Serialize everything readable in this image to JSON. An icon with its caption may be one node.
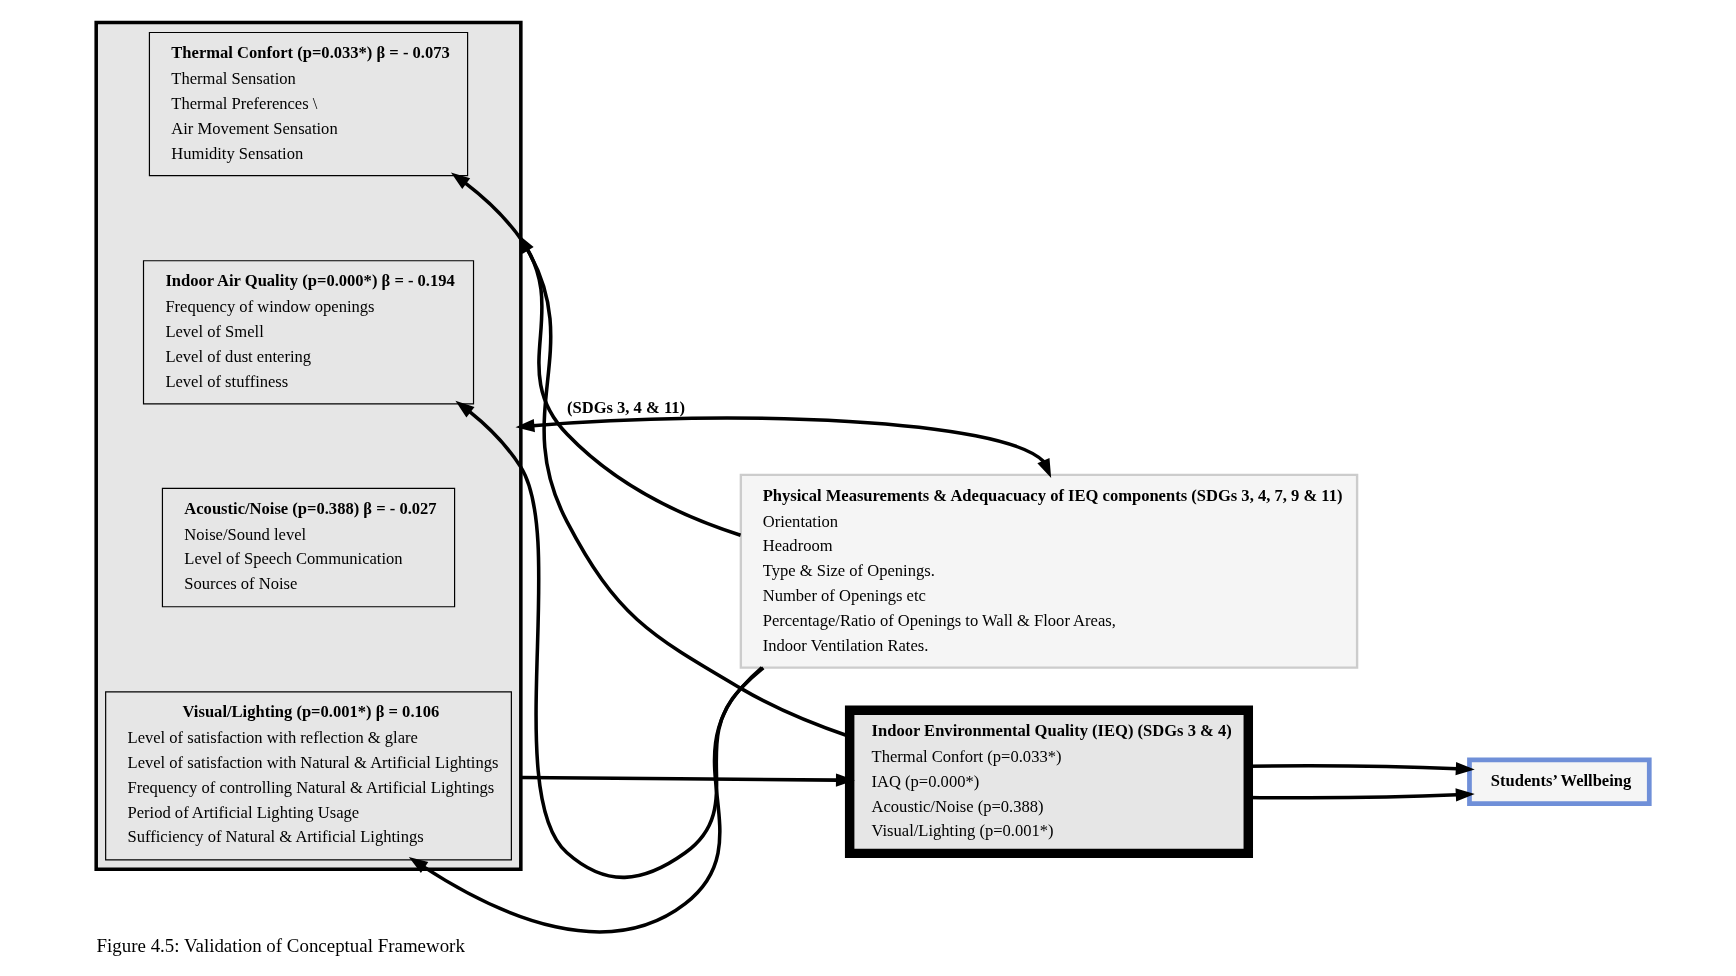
{
  "diagram": {
    "caption": "Figure 4.5: Validation of Conceptual Framework",
    "nodes": [
      {
        "text": [],
        "shape": "box"
      },
      {
        "text": [
          "Thermal Confort (p=0.033*) β = - 0.073",
          "Thermal Sensation",
          "Thermal Preferences \\",
          "Air Movement Sensation",
          "Humidity Sensation"
        ],
        "in": 0
      },
      {
        "text": [
          "Indoor Air Quality (p=0.000*) β = - 0.194",
          "Frequency of window openings",
          "Level of Smell",
          "Level of dust entering",
          "Level of stuffiness"
        ],
        "in": 0
      },
      {
        "text": [
          "Acoustic/Noise (p=0.388) β = - 0.027",
          "Noise/Sound level",
          "Level of Speech Communication",
          "Sources of Noise"
        ],
        "in": 0
      },
      {
        "text": [
          "Visual/Lighting (p=0.001*) β = 0.106",
          "Level of satisfaction with reflection & glare",
          "Level of satisfaction with Natural & Artificial Lightings",
          "Frequency of controlling Natural & Artificial Lightings",
          "Period of Artificial Lighting Usage",
          "Sufficiency of Natural & Artificial Lightings"
        ],
        "in": 0
      },
      {
        "text": [
          "Physical Measurements & Adequacuacy of IEQ components (SDGs 3, 4, 7, 9 & 11)",
          "Orientation",
          "Headroom",
          "Type & Size of Openings.",
          "Number of Openings etc",
          "Percentage/Ratio of Openings to Wall & Floor Areas,",
          "Indoor Ventilation Rates."
        ]
      },
      {
        "text": [
          "Indoor Environmental Quality (IEQ) (SDGs 3 & 4)",
          "Thermal Confort (p=0.033*)",
          "IAQ (p=0.000*)",
          "Acoustic/Noise (p=0.388)",
          "Visual/Lighting (p=0.001*)"
        ]
      },
      {
        "text": [
          "Students’ Wellbeing"
        ]
      }
    ],
    "edges": [
      {
        "from": 0,
        "to": 5,
        "arrow": "both",
        "label": "(SDGs 3, 4 & 11)"
      },
      {
        "from": 5,
        "to": 1,
        "arrow": "to"
      },
      {
        "from": 5,
        "to": 2,
        "arrow": "to"
      },
      {
        "from": 5,
        "to": 4,
        "arrow": "to"
      },
      {
        "from": 0,
        "to": 6,
        "arrow": "to"
      },
      {
        "from": 6,
        "to": 0,
        "arrow": "to"
      },
      {
        "from": 6,
        "to": 7,
        "arrow": "to"
      },
      {
        "from": 6,
        "to": 7,
        "arrow": "to"
      }
    ]
  }
}
